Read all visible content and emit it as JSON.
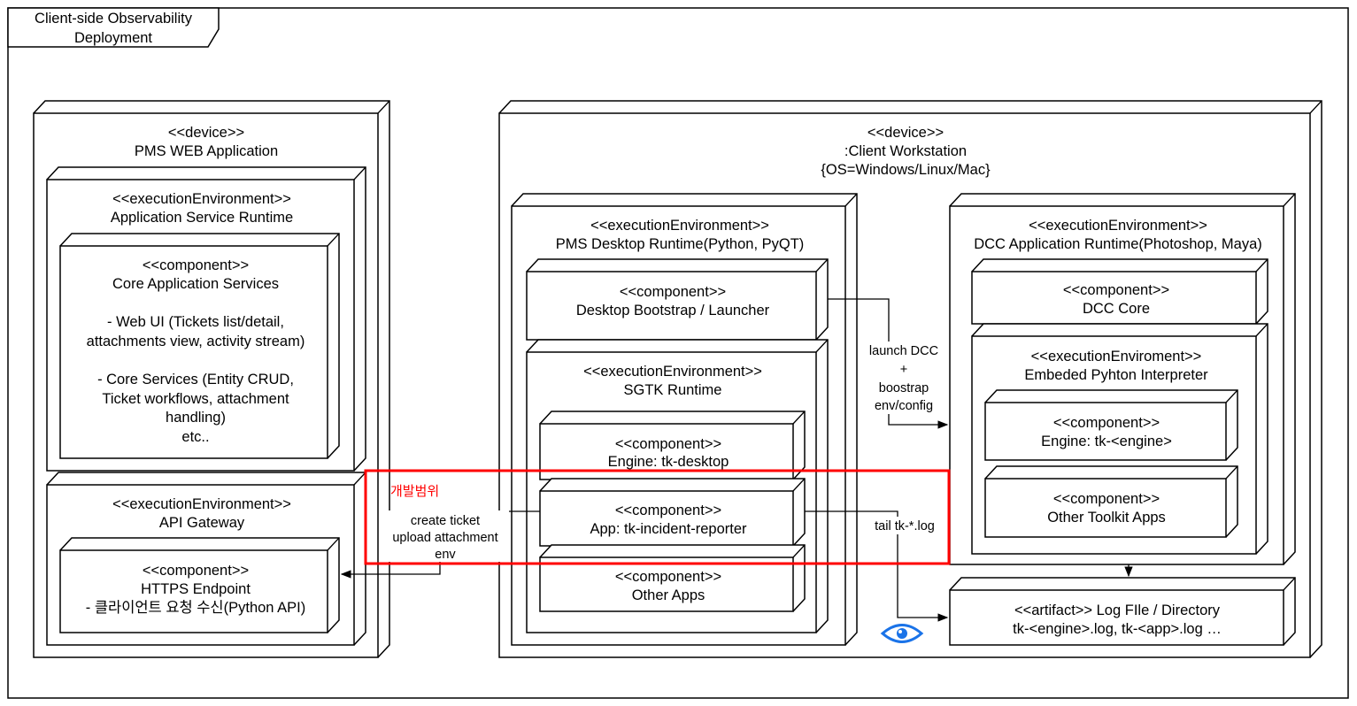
{
  "frame": {
    "title_line1": "Client-side Observability",
    "title_line2": "Deployment"
  },
  "pms_web": {
    "stereotype": "<<device>>",
    "name": "PMS WEB Application",
    "app_runtime": {
      "stereotype": "<<executionEnvironment>>",
      "name": "Application Service Runtime",
      "core": {
        "stereotype": "<<component>>",
        "name": "Core Application Services",
        "lines": [
          "- Web UI (Tickets list/detail,",
          "attachments view, activity stream)",
          "",
          "- Core Services (Entity CRUD,",
          "Ticket workflows, attachment",
          "handling)",
          "etc.."
        ]
      }
    },
    "api_gateway": {
      "stereotype": "<<executionEnvironment>>",
      "name": "API Gateway",
      "https": {
        "stereotype": "<<component>>",
        "name": "HTTPS Endpoint",
        "desc": "- 클라이언트 요청 수신(Python API)"
      }
    }
  },
  "workstation": {
    "stereotype": "<<device>>",
    "name": ":Client Workstation",
    "os": "{OS=Windows/Linux/Mac}",
    "pms_desktop": {
      "stereotype": "<<executionEnvironment>>",
      "name": "PMS Desktop Runtime(Python, PyQT)",
      "bootstrap": {
        "stereotype": "<<component>>",
        "name": "Desktop Bootstrap / Launcher"
      },
      "sgtk": {
        "stereotype": "<<executionEnvironment>>",
        "name": "SGTK Runtime",
        "engine": {
          "stereotype": "<<component>>",
          "name": "Engine: tk-desktop"
        },
        "reporter": {
          "stereotype": "<<component>>",
          "name": "App: tk-incident-reporter"
        },
        "other_apps": {
          "stereotype": "<<component>>",
          "name": "Other Apps"
        }
      }
    },
    "dcc": {
      "stereotype": "<<executionEnvironment>>",
      "name": "DCC Application Runtime(Photoshop, Maya)",
      "core": {
        "stereotype": "<<component>>",
        "name": "DCC Core"
      },
      "interpreter": {
        "stereotype": "<<executionEnviroment>>",
        "name": "Embeded Pyhton Interpreter",
        "engine": {
          "stereotype": "<<component>>",
          "name": "Engine: tk-<engine>"
        },
        "toolkit": {
          "stereotype": "<<component>>",
          "name": "Other Toolkit Apps"
        }
      }
    },
    "artifact": {
      "line1": "<<artifact>> Log FIle / Directory",
      "line2": "tk-<engine>.log, tk-<app>.log …"
    }
  },
  "edges": {
    "launch": [
      "launch DCC",
      "+",
      "boostrap",
      "env/config"
    ],
    "create": [
      "create ticket",
      "upload attachment",
      "env"
    ],
    "tail": "tail tk-*.log"
  },
  "highlight": {
    "label": "개발범위",
    "color": "#ff0000"
  },
  "icons": {
    "eye": "eye-icon",
    "eye_color": "#1a73e8"
  }
}
